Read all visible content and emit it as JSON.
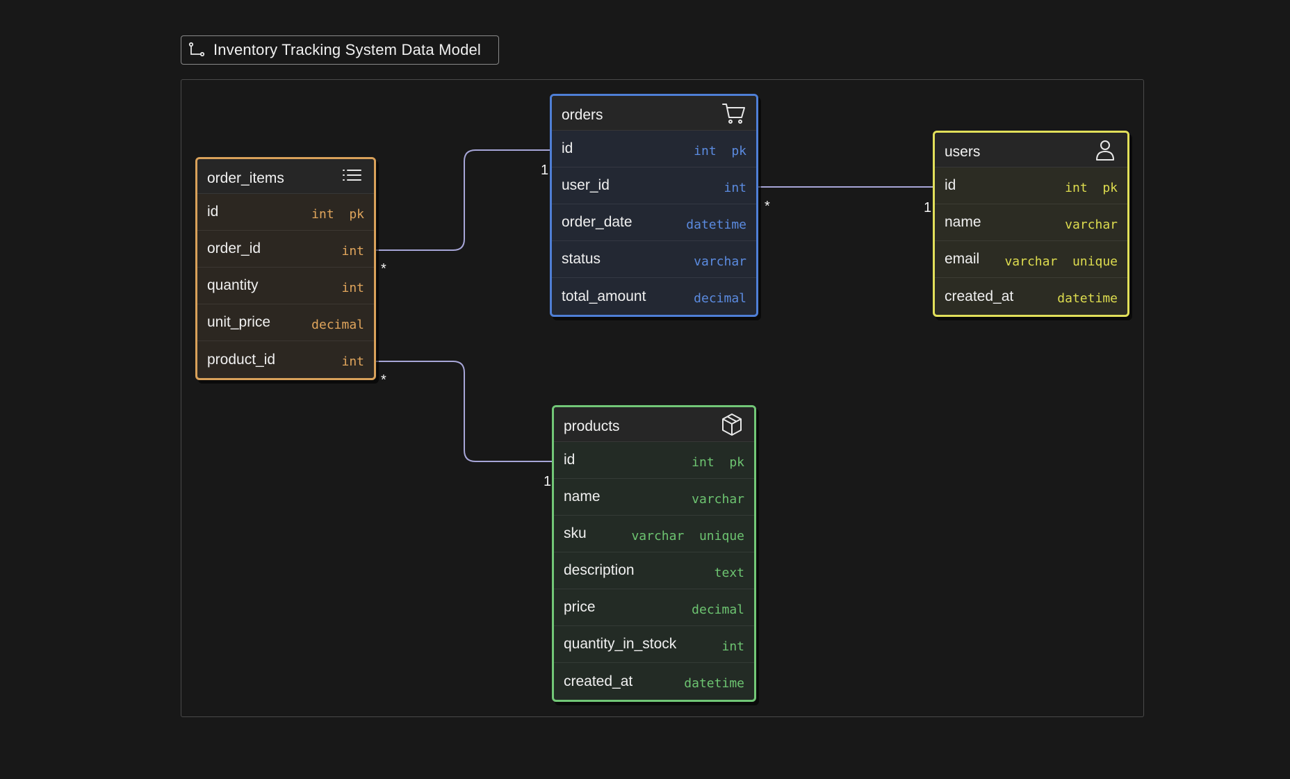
{
  "diagram": {
    "title": "Inventory Tracking System Data Model",
    "title_icon": "connector-icon",
    "colors": {
      "order_items": "#d9a15a",
      "orders": "#4f7fd6",
      "users": "#e2e05a",
      "products": "#72c777",
      "link": "#a7a6d8"
    }
  },
  "tables": {
    "order_items": {
      "name": "order_items",
      "icon": "list-icon",
      "fields": [
        {
          "name": "id",
          "type": "int  pk"
        },
        {
          "name": "order_id",
          "type": "int"
        },
        {
          "name": "quantity",
          "type": "int"
        },
        {
          "name": "unit_price",
          "type": "decimal"
        },
        {
          "name": "product_id",
          "type": "int"
        }
      ]
    },
    "orders": {
      "name": "orders",
      "icon": "cart-icon",
      "fields": [
        {
          "name": "id",
          "type": "int  pk"
        },
        {
          "name": "user_id",
          "type": "int"
        },
        {
          "name": "order_date",
          "type": "datetime"
        },
        {
          "name": "status",
          "type": "varchar"
        },
        {
          "name": "total_amount",
          "type": "decimal"
        }
      ]
    },
    "users": {
      "name": "users",
      "icon": "user-icon",
      "fields": [
        {
          "name": "id",
          "type": "int  pk"
        },
        {
          "name": "name",
          "type": "varchar"
        },
        {
          "name": "email",
          "type": "varchar  unique"
        },
        {
          "name": "created_at",
          "type": "datetime"
        }
      ]
    },
    "products": {
      "name": "products",
      "icon": "box-icon",
      "fields": [
        {
          "name": "id",
          "type": "int  pk"
        },
        {
          "name": "name",
          "type": "varchar"
        },
        {
          "name": "sku",
          "type": "varchar  unique"
        },
        {
          "name": "description",
          "type": "text"
        },
        {
          "name": "price",
          "type": "decimal"
        },
        {
          "name": "quantity_in_stock",
          "type": "int"
        },
        {
          "name": "created_at",
          "type": "datetime"
        }
      ]
    }
  },
  "relationships": [
    {
      "from": "order_items.order_id",
      "to": "orders.id",
      "from_card": "*",
      "to_card": "1"
    },
    {
      "from": "order_items.product_id",
      "to": "products.id",
      "from_card": "*",
      "to_card": "1"
    },
    {
      "from": "orders.user_id",
      "to": "users.id",
      "from_card": "*",
      "to_card": "1"
    }
  ]
}
